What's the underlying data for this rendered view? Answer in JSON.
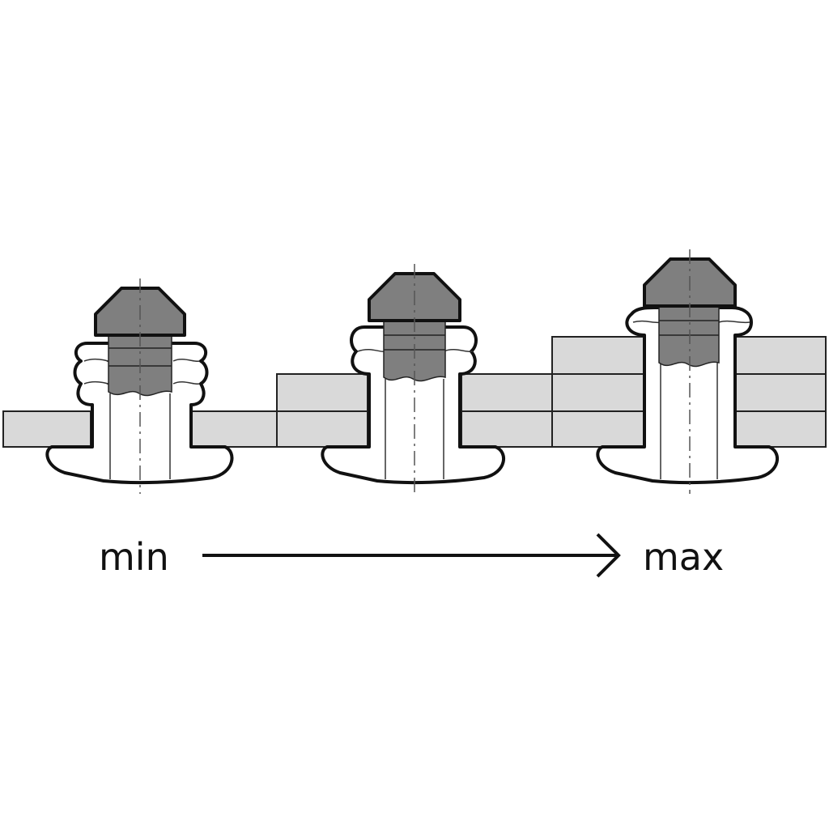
{
  "labels": {
    "min": "min",
    "max": "max"
  },
  "grip_range": {
    "from": "min",
    "to": "max",
    "plate_layers": [
      1,
      2,
      3
    ]
  },
  "colors": {
    "plate": "#d9d9d9",
    "mandrel": "#7f7f7f",
    "outline": "#111111",
    "background": "#ffffff"
  }
}
